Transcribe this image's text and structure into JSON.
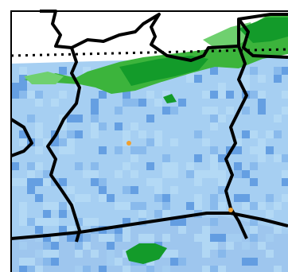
{
  "map": {
    "colors": {
      "no_data": "#ffffff",
      "water_bg": "#9ec6ee",
      "land_base": "#a6cff2",
      "wet_light": "#b7dcf6",
      "wet_mid": "#7fb3ea",
      "wet_dark": "#4f8fdc",
      "green_light": "#6fd06f",
      "green_mid": "#3cb43c",
      "green_dark": "#139b2a",
      "boundary": "#000000",
      "latitude_line": "#000000",
      "city_marker": "#f0a030",
      "frame": "#000000"
    },
    "markers": [
      {
        "name": "city-marker",
        "kind": "city"
      },
      {
        "name": "coastal-city-marker",
        "kind": "city"
      }
    ]
  }
}
